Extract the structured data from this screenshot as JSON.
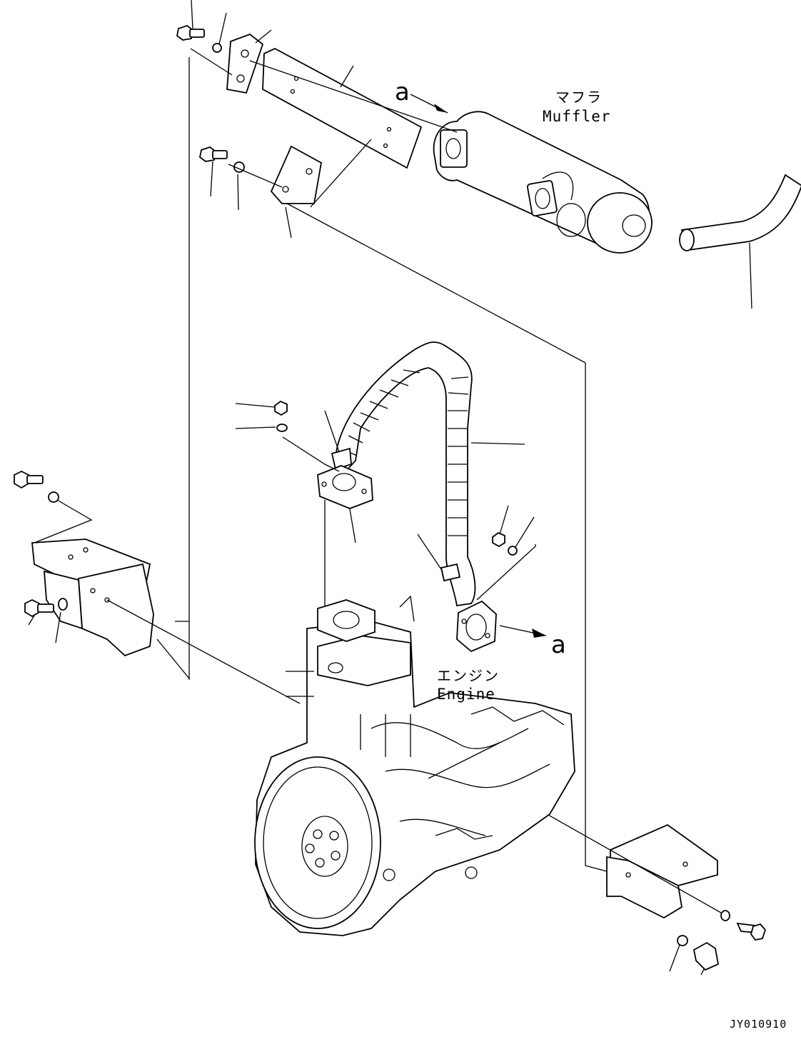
{
  "labels": {
    "muffler_jp": "マフラ",
    "muffler_en": "Muffler",
    "engine_jp": "エンジン",
    "engine_en": "Engine",
    "ref_a_top": "a",
    "ref_a_bottom": "a",
    "drawing_code": "JY010910"
  }
}
